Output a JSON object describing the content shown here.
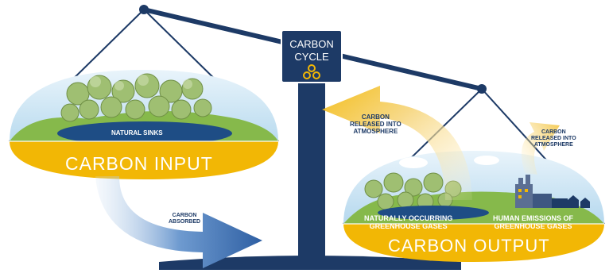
{
  "title": {
    "line1": "CARBON",
    "line2": "CYCLE"
  },
  "left_pan": {
    "title": "CARBON INPUT",
    "sink_label": "NATURAL SINKS"
  },
  "right_pan": {
    "title": "CARBON OUTPUT",
    "natural_label": {
      "line1": "NATURALLY OCCURRING",
      "line2": "GREENHOUSE GASES"
    },
    "human_label": {
      "line1": "HUMAN EMISSIONS OF",
      "line2": "GREENHOUSE GASES"
    }
  },
  "arrows": {
    "absorbed": {
      "line1": "CARBON",
      "line2": "ABSORBED"
    },
    "released_natural": {
      "line1": "CARBON",
      "line2": "RELEASED INTO",
      "line3": "ATMOSPHERE"
    },
    "released_human": {
      "line1": "CARBON",
      "line2": "RELEASED INTO",
      "line3": "ATMOSPHERE"
    }
  },
  "colors": {
    "navy": "#1d3a66",
    "gold": "#f2b705",
    "sky": "#cfe6f4",
    "grass": "#7fb446",
    "water": "#1e4d85",
    "arrow_blue": "#3f73b8",
    "arrow_gold": "#f6cf6a"
  }
}
